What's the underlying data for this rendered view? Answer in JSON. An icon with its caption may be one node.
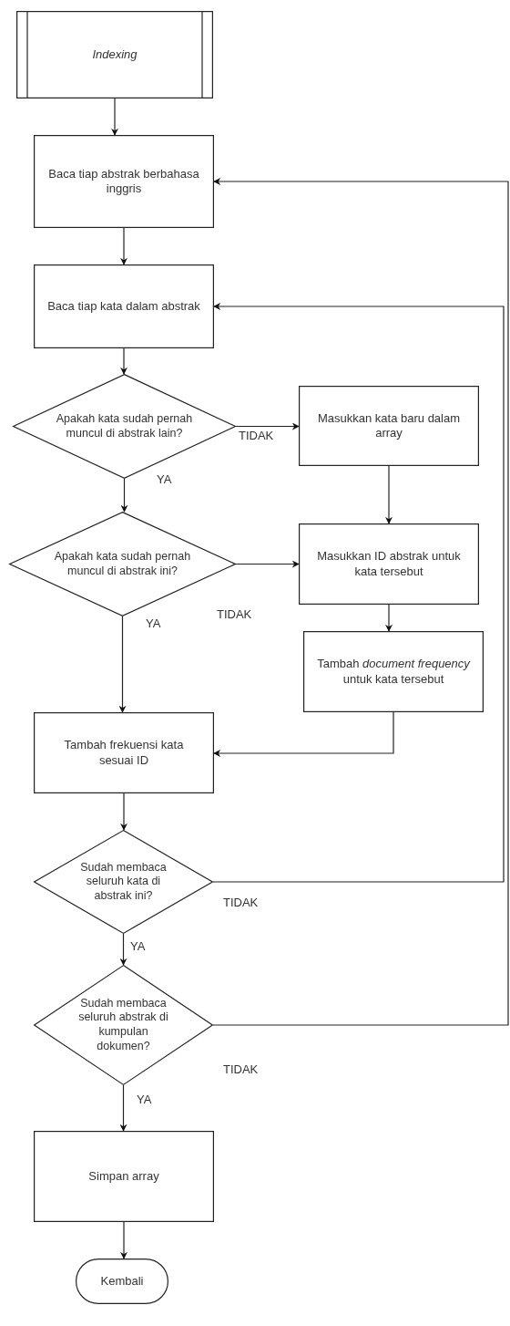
{
  "diagram": {
    "nodes": [
      {
        "text": [
          "Indexing"
        ]
      },
      {
        "text": [
          "Baca tiap abstrak berbahasa inggris"
        ]
      },
      {
        "text": [
          "Baca tiap kata dalam abstrak"
        ]
      },
      {
        "text": [
          "Apakah kata sudah pernah muncul di abstrak lain?"
        ]
      },
      {
        "text": [
          "Masukkan kata baru dalam array"
        ]
      },
      {
        "text": [
          "Apakah kata sudah pernah muncul di abstrak ini?"
        ]
      },
      {
        "text": [
          "Masukkan ID abstrak untuk kata tersebut"
        ]
      },
      {
        "text": [
          "Tambah *document frequency* untuk kata tersebut"
        ]
      },
      {
        "text": [
          "Tambah frekuensi kata sesuai ID"
        ]
      },
      {
        "text": [
          "Sudah membaca seluruh kata di abstrak ini?"
        ]
      },
      {
        "text": [
          "Sudah membaca seluruh abstrak di kumpulan dokumen?"
        ]
      },
      {
        "text": [
          "Simpan array"
        ]
      },
      {
        "text": [
          "Kembali"
        ]
      }
    ],
    "edges": [
      {
        "from": 0,
        "to": 1,
        "arrow": "to"
      },
      {
        "from": 1,
        "to": 2,
        "arrow": "to"
      },
      {
        "from": 2,
        "to": 3,
        "arrow": "to"
      },
      {
        "from": 3,
        "to": 4,
        "arrow": "to",
        "label": "TIDAK"
      },
      {
        "from": 3,
        "to": 5,
        "arrow": "to",
        "label": "YA"
      },
      {
        "from": 4,
        "to": 6,
        "arrow": "to"
      },
      {
        "from": 5,
        "to": 6,
        "arrow": "to",
        "label": "TIDAK"
      },
      {
        "from": 5,
        "to": 8,
        "arrow": "to",
        "label": "YA"
      },
      {
        "from": 6,
        "to": 7,
        "arrow": "to"
      },
      {
        "from": 7,
        "to": 8,
        "arrow": "to"
      },
      {
        "from": 8,
        "to": 9,
        "arrow": "to"
      },
      {
        "from": 9,
        "to": 2,
        "arrow": "to",
        "label": "TIDAK"
      },
      {
        "from": 9,
        "to": 10,
        "arrow": "to",
        "label": "YA"
      },
      {
        "from": 10,
        "to": 1,
        "arrow": "to",
        "label": "TIDAK"
      },
      {
        "from": 10,
        "to": 11,
        "arrow": "to",
        "label": "YA"
      },
      {
        "from": 11,
        "to": 12,
        "arrow": "to"
      }
    ]
  }
}
